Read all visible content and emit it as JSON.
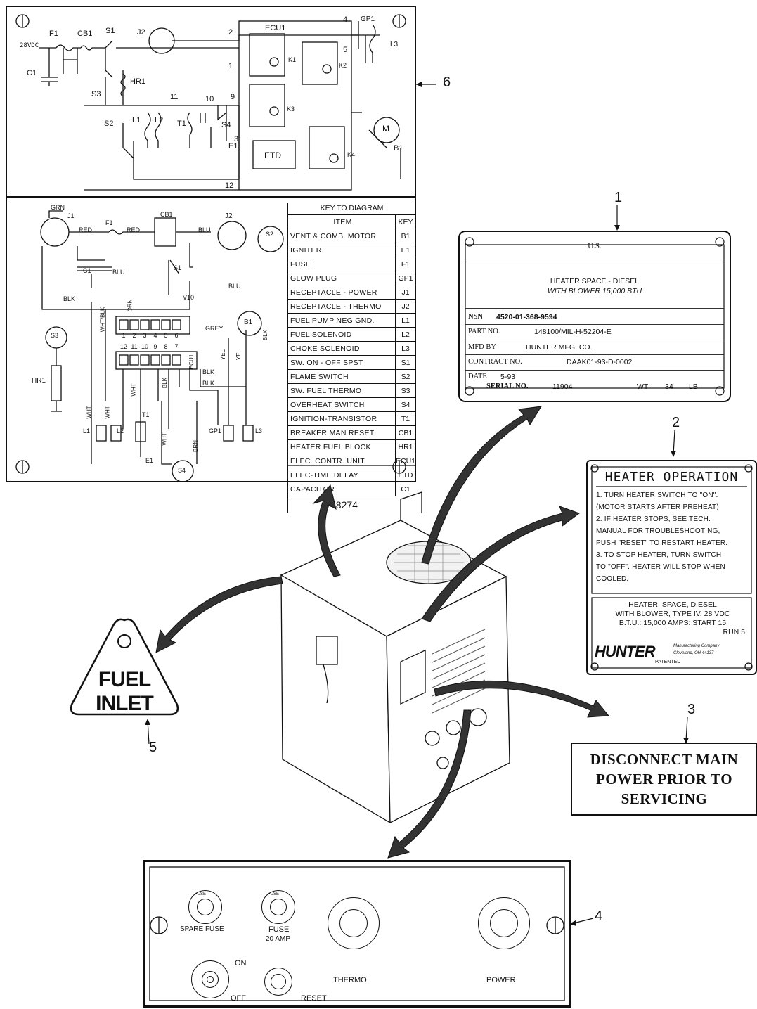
{
  "callouts": [
    "1",
    "2",
    "3",
    "4",
    "5",
    "6"
  ],
  "schematic": {
    "top_labels": {
      "v28": "28VDC",
      "f1": "F1",
      "cb1": "CB1",
      "s1": "S1",
      "j2": "J2",
      "c1": "C1",
      "s3": "S3",
      "hr1": "HR1",
      "s2": "S2",
      "l1": "L1",
      "l2": "L2",
      "t1": "T1",
      "s4": "S4",
      "e1": "E1",
      "ecu1": "ECU1",
      "gp1": "GP1",
      "l3": "L3",
      "k1": "K1",
      "k2": "K2",
      "k3": "K3",
      "k4": "K4",
      "etd": "ETD",
      "m": "M",
      "b1": "B1",
      "nodes": [
        "1",
        "2",
        "3",
        "4",
        "5",
        "9",
        "10",
        "11",
        "12"
      ]
    },
    "wiring_labels": {
      "grn": "GRN",
      "j1": "J1",
      "red1": "RED",
      "red2": "RED",
      "f1": "F1",
      "cb1": "CB1",
      "j2": "J2",
      "blu1": "BLU",
      "blu2": "BLU",
      "blu3": "BLU",
      "s1": "S1",
      "s2": "S2",
      "c1": "C1",
      "blk1": "BLK",
      "wht_blk": "WHT/BLK",
      "orn": "ORN",
      "v10": "V10",
      "grey": "GREY",
      "b1": "B1",
      "blk2": "BLK",
      "s3": "S3",
      "yel1": "YEL",
      "yel2": "YEL",
      "blk3": "BLK",
      "blk4": "BLK",
      "ecu1": "ECU1",
      "hr1": "HR1",
      "blk5": "BLK",
      "wht1": "WHT",
      "wht2": "WHT",
      "wht3": "WHT",
      "wht4": "WHT",
      "brn": "BRN",
      "t1": "T1",
      "l1": "L1",
      "l2": "L2",
      "gp1": "GP1",
      "l3": "L3",
      "e1": "E1",
      "s4": "S4",
      "terminals_top": [
        "1",
        "2",
        "3",
        "4",
        "5",
        "6"
      ],
      "terminals_bottom": [
        "12",
        "11",
        "10",
        "9",
        "8",
        "7"
      ]
    },
    "key": {
      "title": "KEY TO DIAGRAM",
      "col_item": "ITEM",
      "col_key": "KEY",
      "rows": [
        {
          "item": "VENT & COMB. MOTOR",
          "key": "B1"
        },
        {
          "item": "IGNITER",
          "key": "E1"
        },
        {
          "item": "FUSE",
          "key": "F1"
        },
        {
          "item": "GLOW PLUG",
          "key": "GP1"
        },
        {
          "item": "RECEPTACLE - POWER",
          "key": "J1"
        },
        {
          "item": "RECEPTACLE - THERMO",
          "key": "J2"
        },
        {
          "item": "FUEL PUMP NEG GND.",
          "key": "L1"
        },
        {
          "item": "FUEL SOLENOID",
          "key": "L2"
        },
        {
          "item": "CHOKE SOLENOID",
          "key": "L3"
        },
        {
          "item": "SW. ON - OFF SPST",
          "key": "S1"
        },
        {
          "item": "FLAME SWITCH",
          "key": "S2"
        },
        {
          "item": "SW. FUEL THERMO",
          "key": "S3"
        },
        {
          "item": "OVERHEAT SWITCH",
          "key": "S4"
        },
        {
          "item": "IGNITION-TRANSISTOR",
          "key": "T1"
        },
        {
          "item": "BREAKER MAN RESET",
          "key": "CB1"
        },
        {
          "item": "HEATER FUEL BLOCK",
          "key": "HR1"
        },
        {
          "item": "ELEC. CONTR. UNIT",
          "key": "ECU1"
        },
        {
          "item": "ELEC-TIME DELAY",
          "key": "ETD"
        },
        {
          "item": "CAPACITOR",
          "key": "C1"
        }
      ],
      "number": "48274"
    }
  },
  "data_plate": {
    "country": "U.S.",
    "title_line1": "HEATER SPACE - DIESEL",
    "title_line2": "WITH BLOWER 15,000 BTU",
    "nsn_label": "NSN",
    "nsn": "4520-01-368-9594",
    "part_label": "PART NO.",
    "part": "148100/MIL-H-52204-E",
    "mfd_label": "MFD BY",
    "mfd": "HUNTER MFG. CO.",
    "contract_label": "CONTRACT NO.",
    "contract": "DAAK01-93-D-0002",
    "date_label": "DATE",
    "date": "5-93",
    "serial_label": "SERIAL NO.",
    "serial": "11904",
    "wt_label": "WT",
    "wt": "34",
    "lb_label": "LB"
  },
  "operation": {
    "title": "HEATER OPERATION",
    "lines": [
      "1. TURN HEATER SWITCH TO \"ON\".",
      "(MOTOR STARTS AFTER PREHEAT)",
      "2. IF HEATER STOPS, SEE TECH.",
      "MANUAL FOR TROUBLESHOOTING,",
      "PUSH \"RESET\" TO RESTART HEATER.",
      "3. TO STOP HEATER, TURN SWITCH",
      "TO \"OFF\". HEATER WILL STOP WHEN",
      "COOLED."
    ],
    "spec_lines": [
      "HEATER, SPACE, DIESEL",
      "WITH BLOWER, TYPE IV, 28 VDC",
      "B.T.U.: 15,000   AMPS: START 15",
      "RUN   5"
    ],
    "logo": "HUNTER",
    "logo_sub1": "Manufacturing Company",
    "logo_sub2": "Cleveland, OH 44137",
    "patented": "PATENTED"
  },
  "warning": {
    "line1": "DISCONNECT MAIN",
    "line2": "POWER PRIOR TO",
    "line3": "SERVICING"
  },
  "fuel_label": {
    "line1": "FUEL",
    "line2": "INLET"
  },
  "control_panel": {
    "spare_fuse": "SPARE FUSE",
    "fuse": "FUSE",
    "fuse_rating": "20 AMP",
    "on": "ON",
    "off": "OFF",
    "reset": "RESET",
    "thermo": "THERMO",
    "power": "POWER",
    "fuse_cap_text": "FUSE"
  }
}
